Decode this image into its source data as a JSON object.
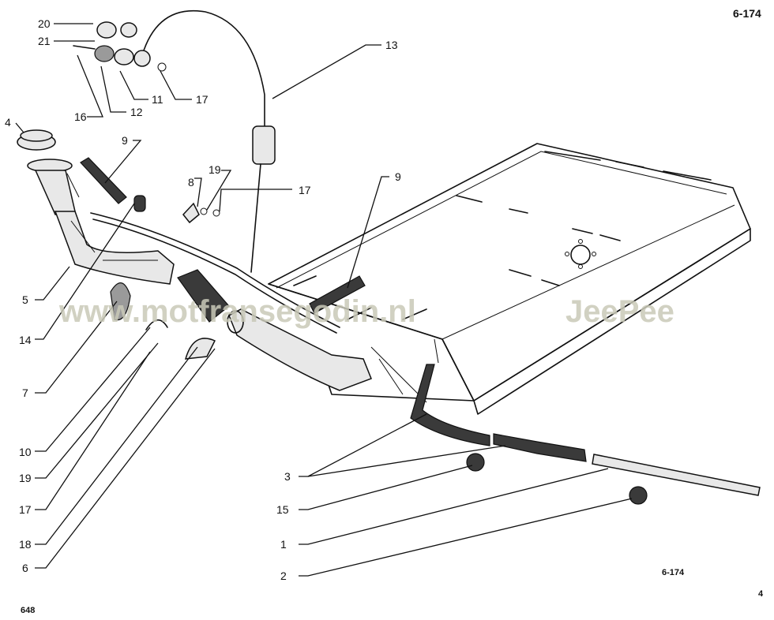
{
  "page": {
    "id_top": "6-174",
    "id_bottom": "6-174",
    "corner_right": "4",
    "corner_left": "648"
  },
  "watermark": {
    "site": "www.motfransegodin.nl",
    "brand": "JeePee"
  },
  "callouts": {
    "c20": "20",
    "c21": "21",
    "c16": "16",
    "c12": "12",
    "c11": "11",
    "c17a": "17",
    "c13": "13",
    "c4": "4",
    "c9a": "9",
    "c19a": "19",
    "c8": "8",
    "c17b": "17",
    "c9b": "9",
    "c5": "5",
    "c14": "14",
    "c7": "7",
    "c10": "10",
    "c19b": "19",
    "c17c": "17",
    "c18": "18",
    "c6": "6",
    "c3": "3",
    "c15": "15",
    "c1": "1",
    "c2": "2"
  }
}
